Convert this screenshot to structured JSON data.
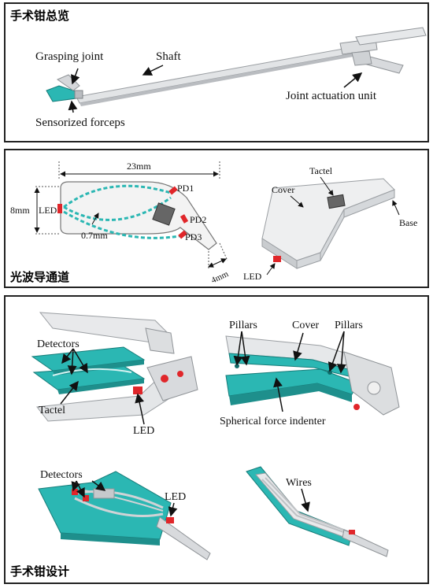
{
  "panel_overview": {
    "title": "手术钳总览",
    "labels": {
      "grasping_joint": "Grasping joint",
      "shaft": "Shaft",
      "joint_actuation_unit": "Joint actuation unit",
      "sensorized_forceps": "Sensorized forceps"
    }
  },
  "panel_waveguide": {
    "title": "光波导通道",
    "dimensions": {
      "width": "23mm",
      "height": "8mm",
      "channel": "0.7mm",
      "side": "4mm"
    },
    "labels": {
      "led": "LED",
      "pd1": "PD1",
      "pd2": "PD2",
      "pd3": "PD3",
      "tactel": "Tactel",
      "cover": "Cover",
      "base": "Base",
      "led2": "LED"
    }
  },
  "panel_design": {
    "title": "手术钳设计",
    "labels": {
      "detectors_a": "Detectors",
      "tactel": "Tactel",
      "led_a": "LED",
      "pillars_left": "Pillars",
      "cover": "Cover",
      "pillars_right": "Pillars",
      "spherical": "Spherical force indenter",
      "detectors_b": "Detectors",
      "led_b": "LED",
      "wires": "Wires"
    }
  },
  "colors": {
    "teal": "#2bb7b3",
    "grey": "#d7d9db",
    "red": "#e0262a"
  }
}
